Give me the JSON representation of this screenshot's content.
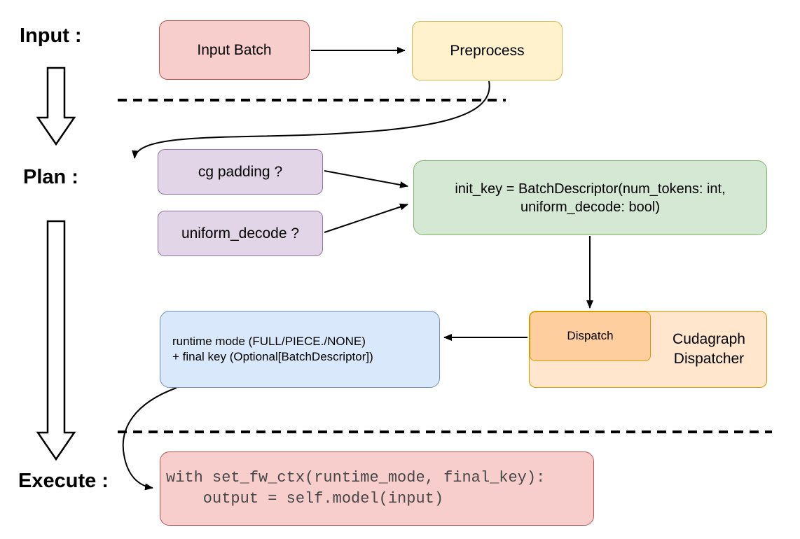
{
  "stages": {
    "input": "Input :",
    "plan": "Plan :",
    "execute": "Execute :"
  },
  "nodes": {
    "input_batch": {
      "label": "Input Batch",
      "fill": "#f8cecc",
      "border": "#b85450"
    },
    "preprocess": {
      "label": "Preprocess",
      "fill": "#fff2cc",
      "border": "#d6b656"
    },
    "cg_padding": {
      "label": "cg padding ?",
      "fill": "#e1d5e7",
      "border": "#9673a6"
    },
    "uniform_decode": {
      "label": "uniform_decode ?",
      "fill": "#e1d5e7",
      "border": "#9673a6"
    },
    "init_key": {
      "label": "init_key = BatchDescriptor(num_tokens: int,\nuniform_decode: bool)",
      "fill": "#d5e8d4",
      "border": "#82b366"
    },
    "dispatch": {
      "label": "Dispatch",
      "fill": "#ffce9f",
      "border": "#d79b00"
    },
    "cudagraph_dispatcher": {
      "label": "Cudagraph\nDispatcher",
      "fill": "#ffe6cc",
      "border": "#d79b00"
    },
    "runtime_mode_final_key": {
      "label": "runtime mode (FULL/PIECE./NONE)\n+ final key (Optional[BatchDescriptor])",
      "fill": "#dae8fc",
      "border": "#6c8ebf"
    },
    "execute_code": {
      "label": "with set_fw_ctx(runtime_mode, final_key):\n    output = self.model(input)",
      "fill": "#f8cecc",
      "border": "#b85450",
      "text_color": "#474747"
    }
  },
  "colors": {
    "arrow": "#000000",
    "separator": "#000000",
    "background": "#ffffff"
  }
}
